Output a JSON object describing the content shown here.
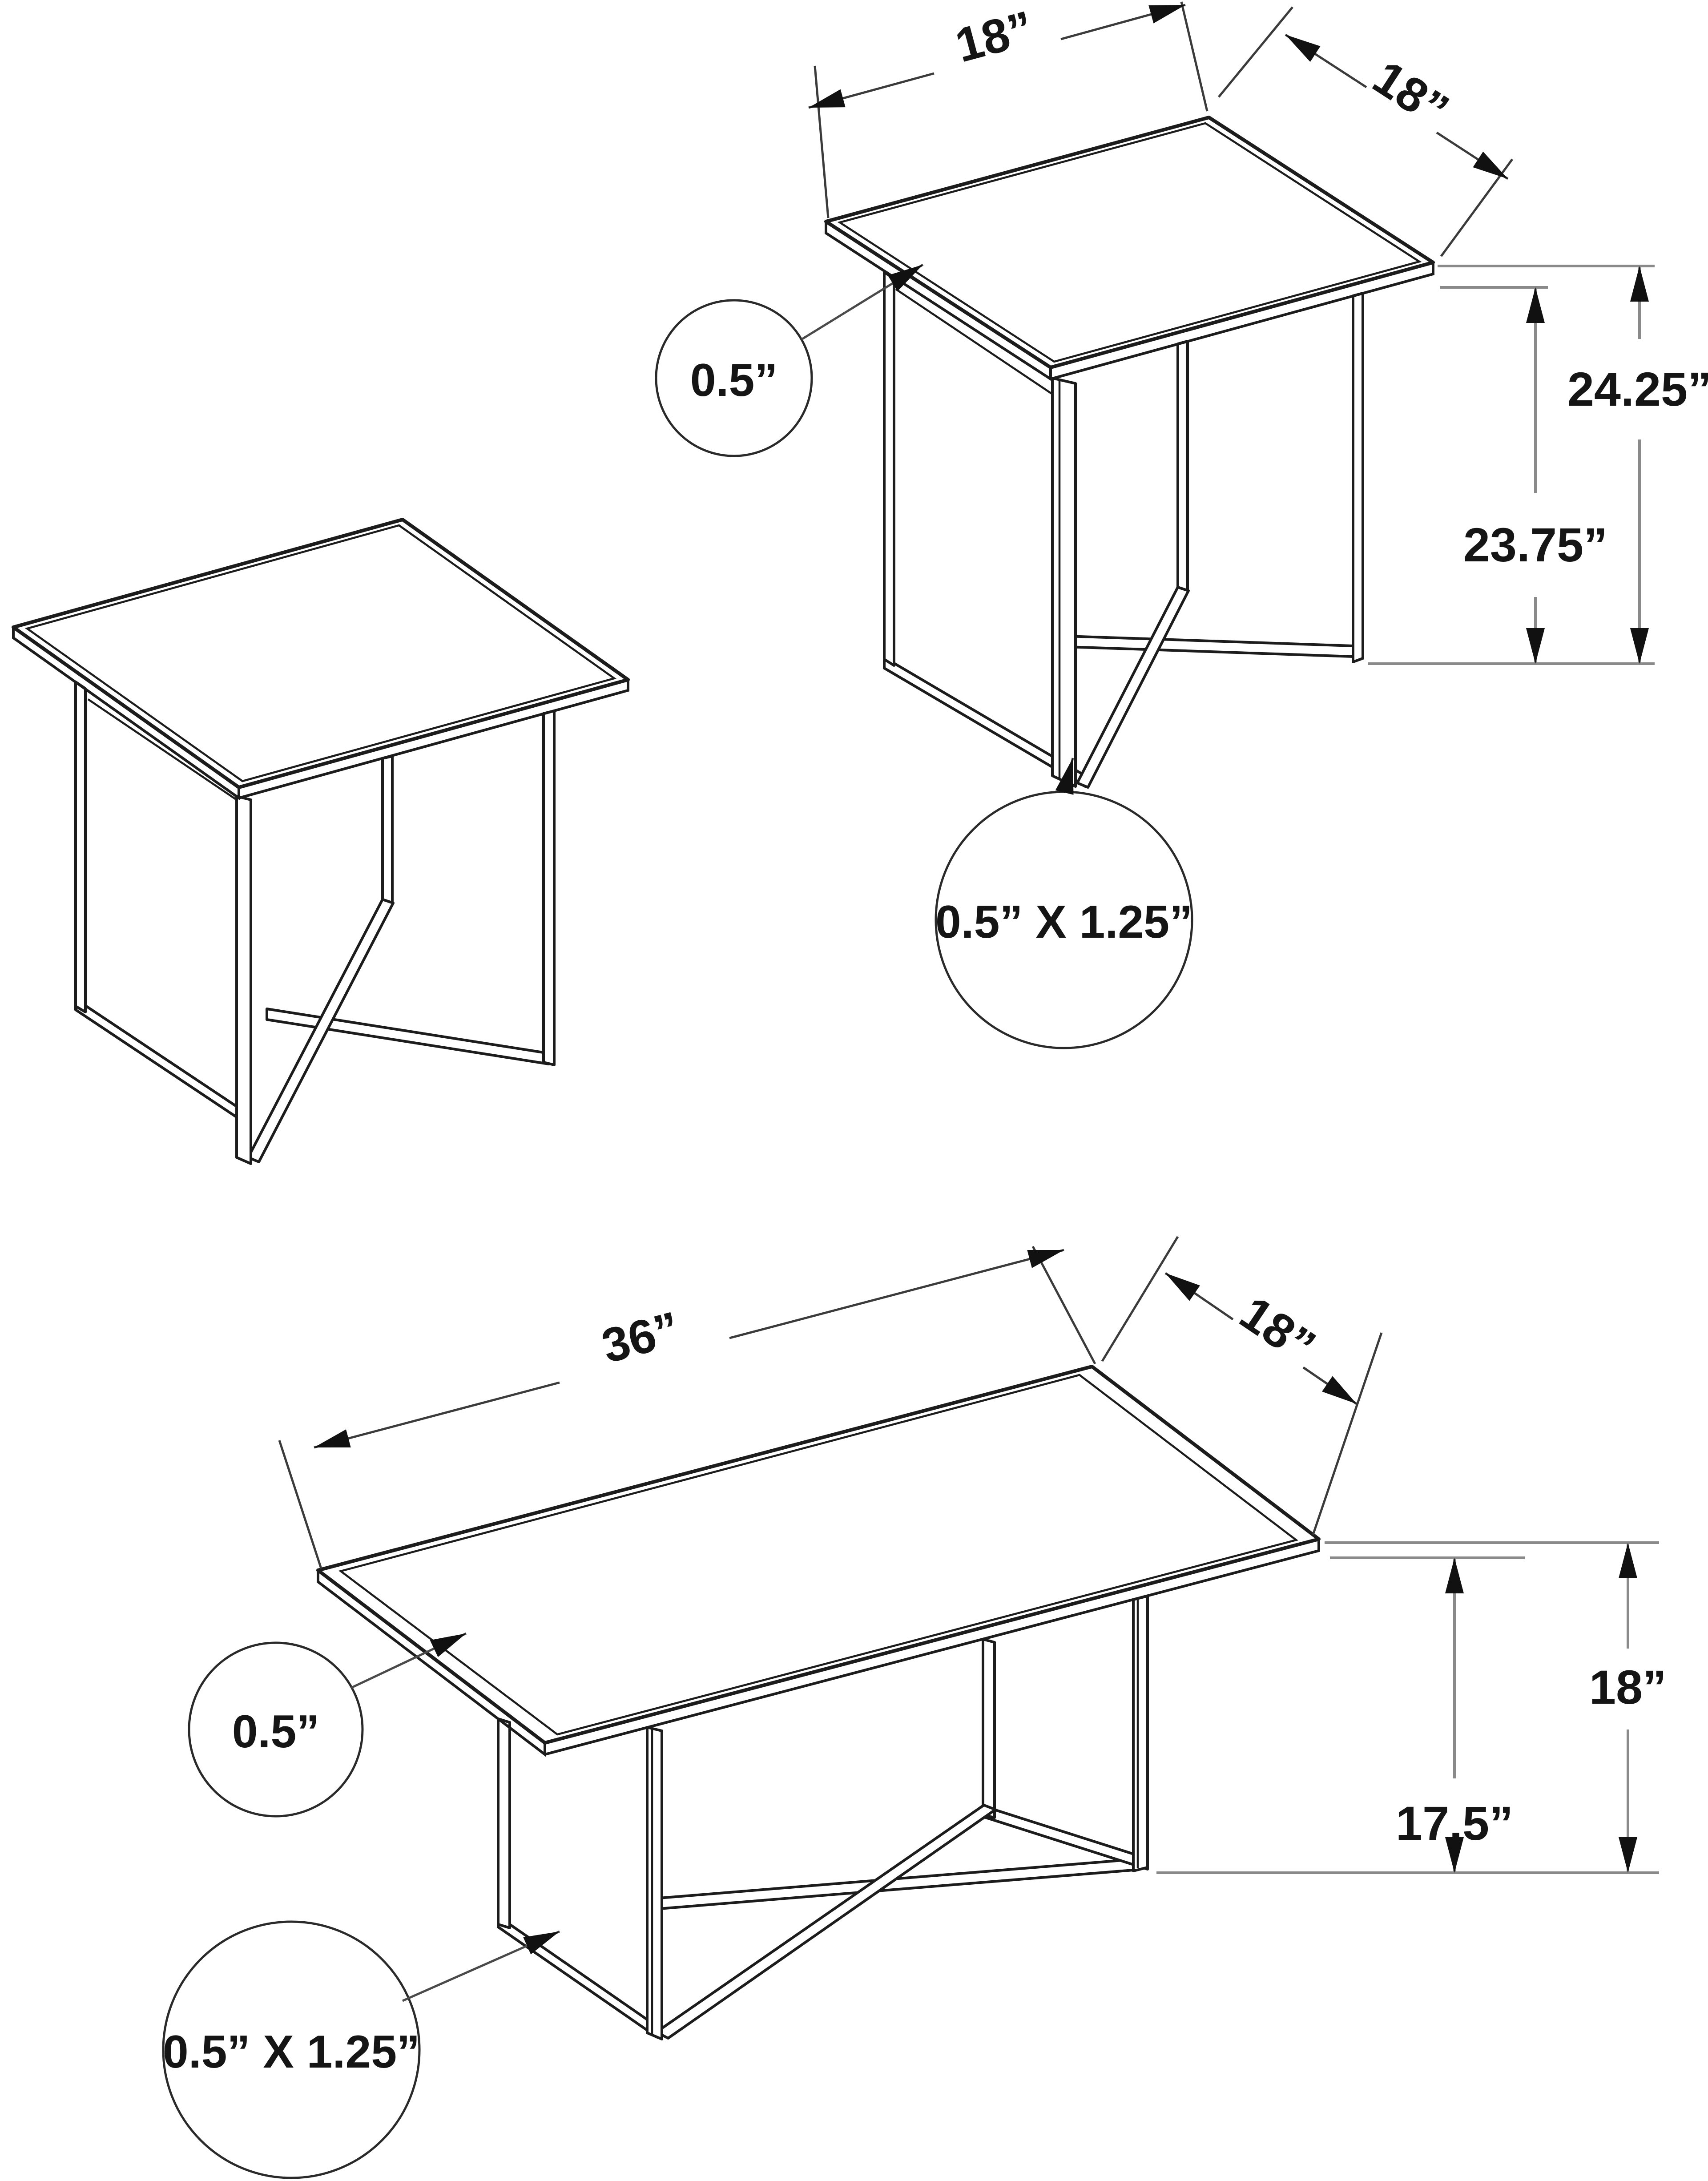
{
  "colors": {
    "background": "#ffffff",
    "artwork_line": "#1c1c1c",
    "width_dimension_line": "#3b3b3b",
    "height_dimension_line": "#8a8a8a",
    "text": "#151515"
  },
  "end_table": {
    "width_label": "18”",
    "depth_label": "18”",
    "overall_height_label": "24.25”",
    "frame_height_label": "23.75”",
    "top_thickness_label": "0.5”",
    "leg_tube_label": "0.5” X 1.25”"
  },
  "coffee_table": {
    "length_label": "36”",
    "depth_label": "18”",
    "overall_height_label": "18”",
    "frame_height_label": "17.5”",
    "top_thickness_label": "0.5”",
    "leg_tube_label": "0.5” X 1.25”"
  }
}
